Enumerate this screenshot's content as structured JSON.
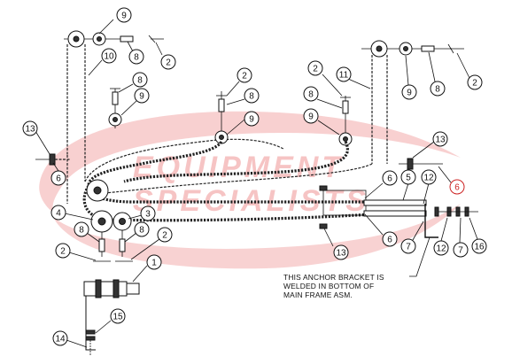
{
  "watermark": {
    "line1": "EQUIPMENT",
    "line2": "SPECIALISTS",
    "color": "#e03030"
  },
  "callouts": [
    {
      "label": "9",
      "style": "normal"
    },
    {
      "label": "10",
      "style": "normal"
    },
    {
      "label": "8",
      "style": "normal"
    },
    {
      "label": "2",
      "style": "normal"
    },
    {
      "label": "2",
      "style": "normal"
    },
    {
      "label": "8",
      "style": "normal"
    },
    {
      "label": "9",
      "style": "normal"
    },
    {
      "label": "8",
      "style": "normal"
    },
    {
      "label": "9",
      "style": "normal"
    },
    {
      "label": "2",
      "style": "normal"
    },
    {
      "label": "11",
      "style": "normal"
    },
    {
      "label": "8",
      "style": "normal"
    },
    {
      "label": "9",
      "style": "normal"
    },
    {
      "label": "9",
      "style": "normal"
    },
    {
      "label": "8",
      "style": "normal"
    },
    {
      "label": "2",
      "style": "normal"
    },
    {
      "label": "13",
      "style": "normal"
    },
    {
      "label": "6",
      "style": "normal"
    },
    {
      "label": "13",
      "style": "normal"
    },
    {
      "label": "6",
      "style": "red"
    },
    {
      "label": "6",
      "style": "normal"
    },
    {
      "label": "5",
      "style": "normal"
    },
    {
      "label": "12",
      "style": "normal"
    },
    {
      "label": "4",
      "style": "normal"
    },
    {
      "label": "3",
      "style": "normal"
    },
    {
      "label": "8",
      "style": "normal"
    },
    {
      "label": "8",
      "style": "normal"
    },
    {
      "label": "2",
      "style": "normal"
    },
    {
      "label": "2",
      "style": "normal"
    },
    {
      "label": "13",
      "style": "normal"
    },
    {
      "label": "6",
      "style": "normal"
    },
    {
      "label": "7",
      "style": "normal"
    },
    {
      "label": "12",
      "style": "normal"
    },
    {
      "label": "7",
      "style": "normal"
    },
    {
      "label": "16",
      "style": "normal"
    },
    {
      "label": "1",
      "style": "normal"
    },
    {
      "label": "15",
      "style": "normal"
    },
    {
      "label": "14",
      "style": "normal"
    }
  ],
  "note": {
    "line1": "THIS ANCHOR BRACKET IS",
    "line2": "WELDED IN BOTTOM OF",
    "line3": "MAIN FRAME ASM."
  },
  "icons": [
    "sprocket-icon",
    "pin-icon",
    "clevis-pin-icon",
    "chain-icon",
    "bracket-icon",
    "bolt-icon"
  ]
}
